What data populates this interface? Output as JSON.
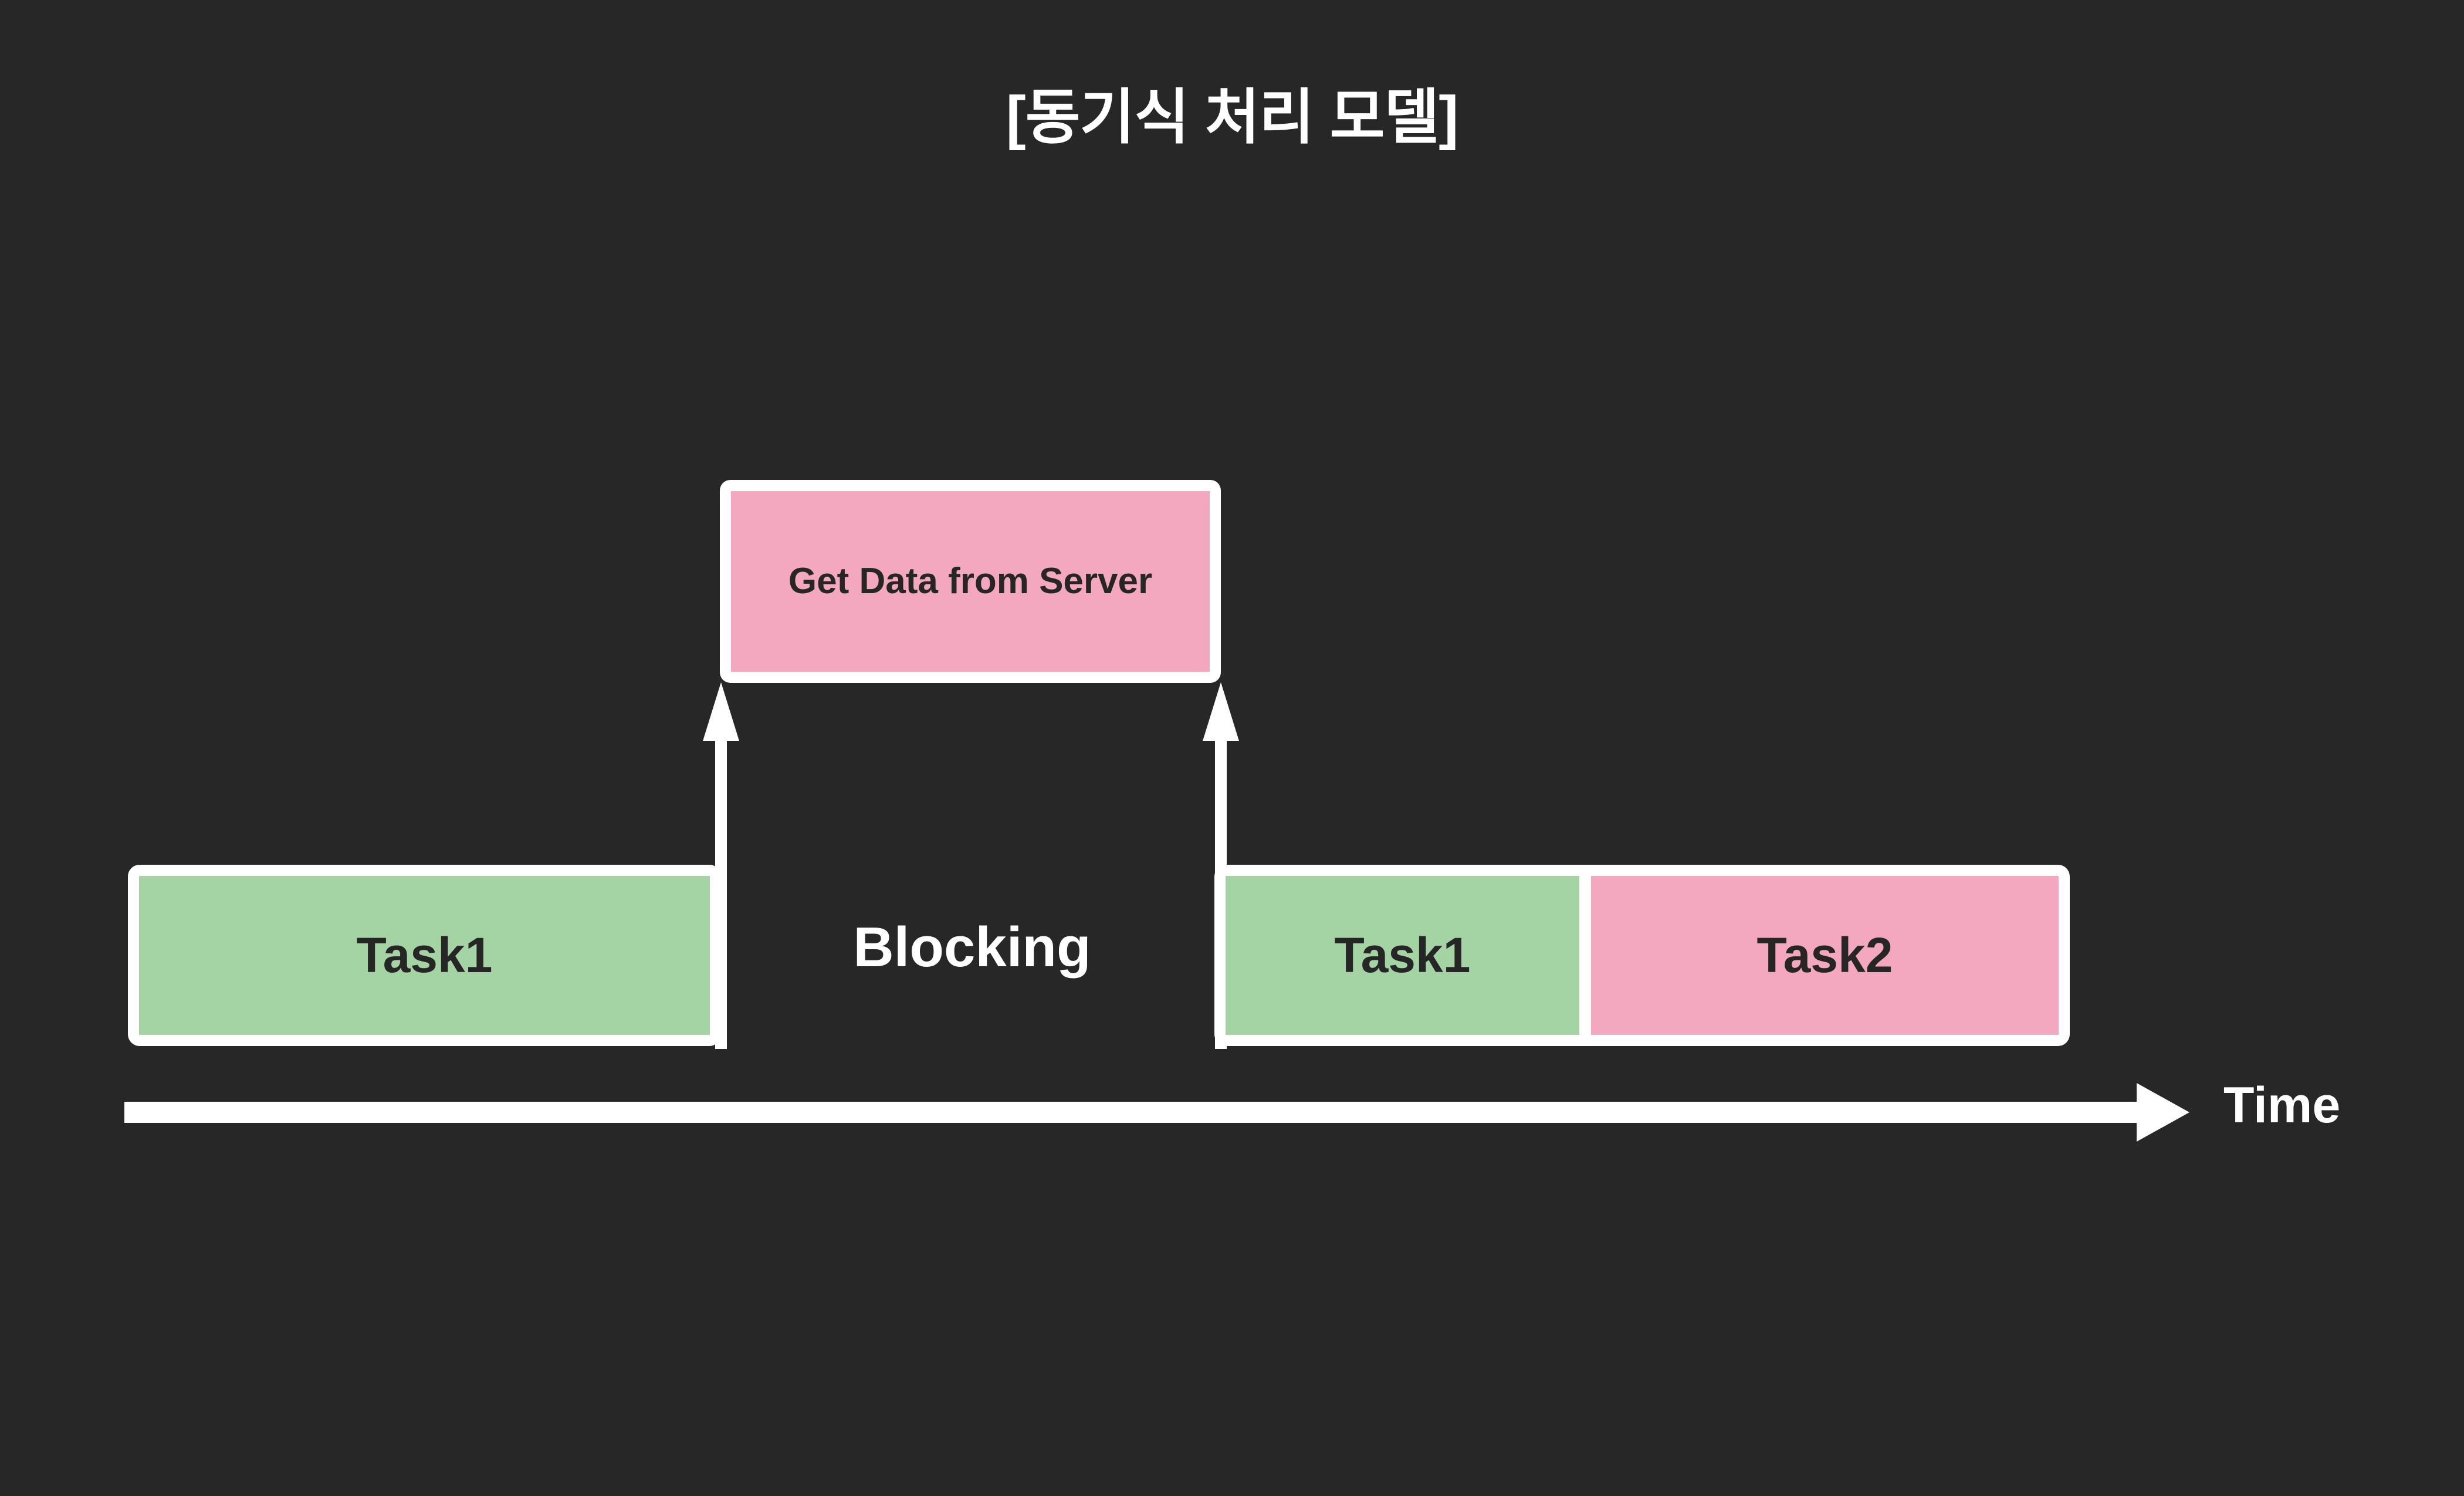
{
  "title": "[동기식 처리 모델]",
  "colors": {
    "background": "#272727",
    "box_border": "#ffffff",
    "green_fill": "#a4d4a3",
    "pink_fill": "#f4a8bf",
    "box_text": "#262626",
    "label_text": "#ffffff"
  },
  "boxes": {
    "server": {
      "label": "Get Data from Server",
      "fill": "pink"
    },
    "task1_left": {
      "label": "Task1",
      "fill": "green"
    },
    "task1_right": {
      "label": "Task1",
      "fill": "green"
    },
    "task2": {
      "label": "Task2",
      "fill": "pink"
    }
  },
  "labels": {
    "blocking": "Blocking",
    "time_axis": "Time"
  },
  "arrows": {
    "call": "up-arrow-icon",
    "return": "up-arrow-icon",
    "time": "right-arrow-icon"
  }
}
